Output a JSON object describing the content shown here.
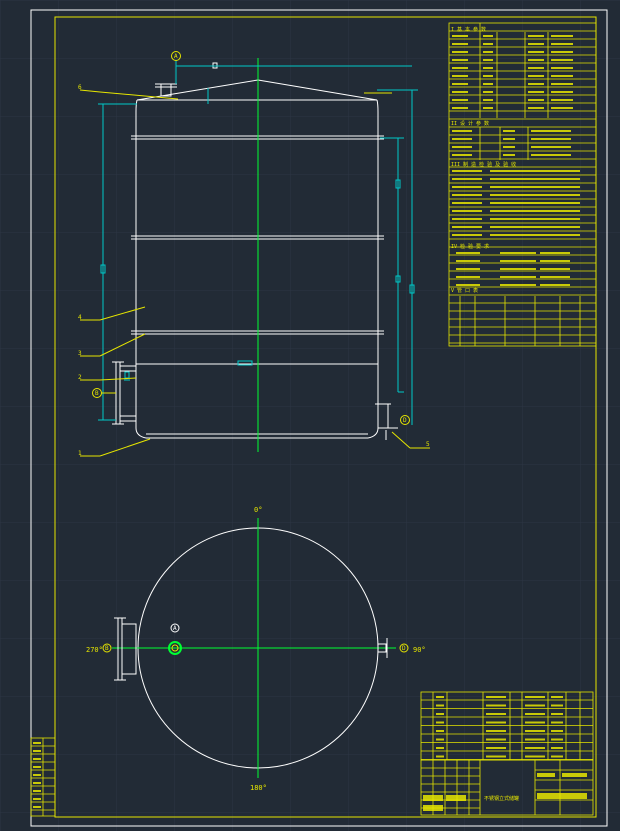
{
  "drawing": {
    "nozzle_labels": {
      "A": "A",
      "B": "B",
      "D": "D"
    },
    "part_numbers": {
      "p1": "1",
      "p2": "2",
      "p3": "3",
      "p4": "4",
      "p5": "5",
      "p6": "6"
    },
    "angles": {
      "top": "0°",
      "left": "270°",
      "right": "90°",
      "bottom": "180°"
    }
  },
  "tables": {
    "basic_header": "I 基 本 参 数",
    "design_header": "II 设 计 参 数",
    "standards_header": "III 制 造 检 验 及 验 收",
    "inspection_header": "IV 检 验 要 求",
    "nozzle_header": "V 管 口 表",
    "title_block": "不锈钢立式储罐"
  },
  "colors": {
    "background": "#222b36",
    "frame": "#e8e8e8",
    "drawing": "#ffffff",
    "centerline": "#00ff33",
    "dimension": "#00c8c8",
    "table": "#e6e600",
    "grid": "#2c3644"
  }
}
